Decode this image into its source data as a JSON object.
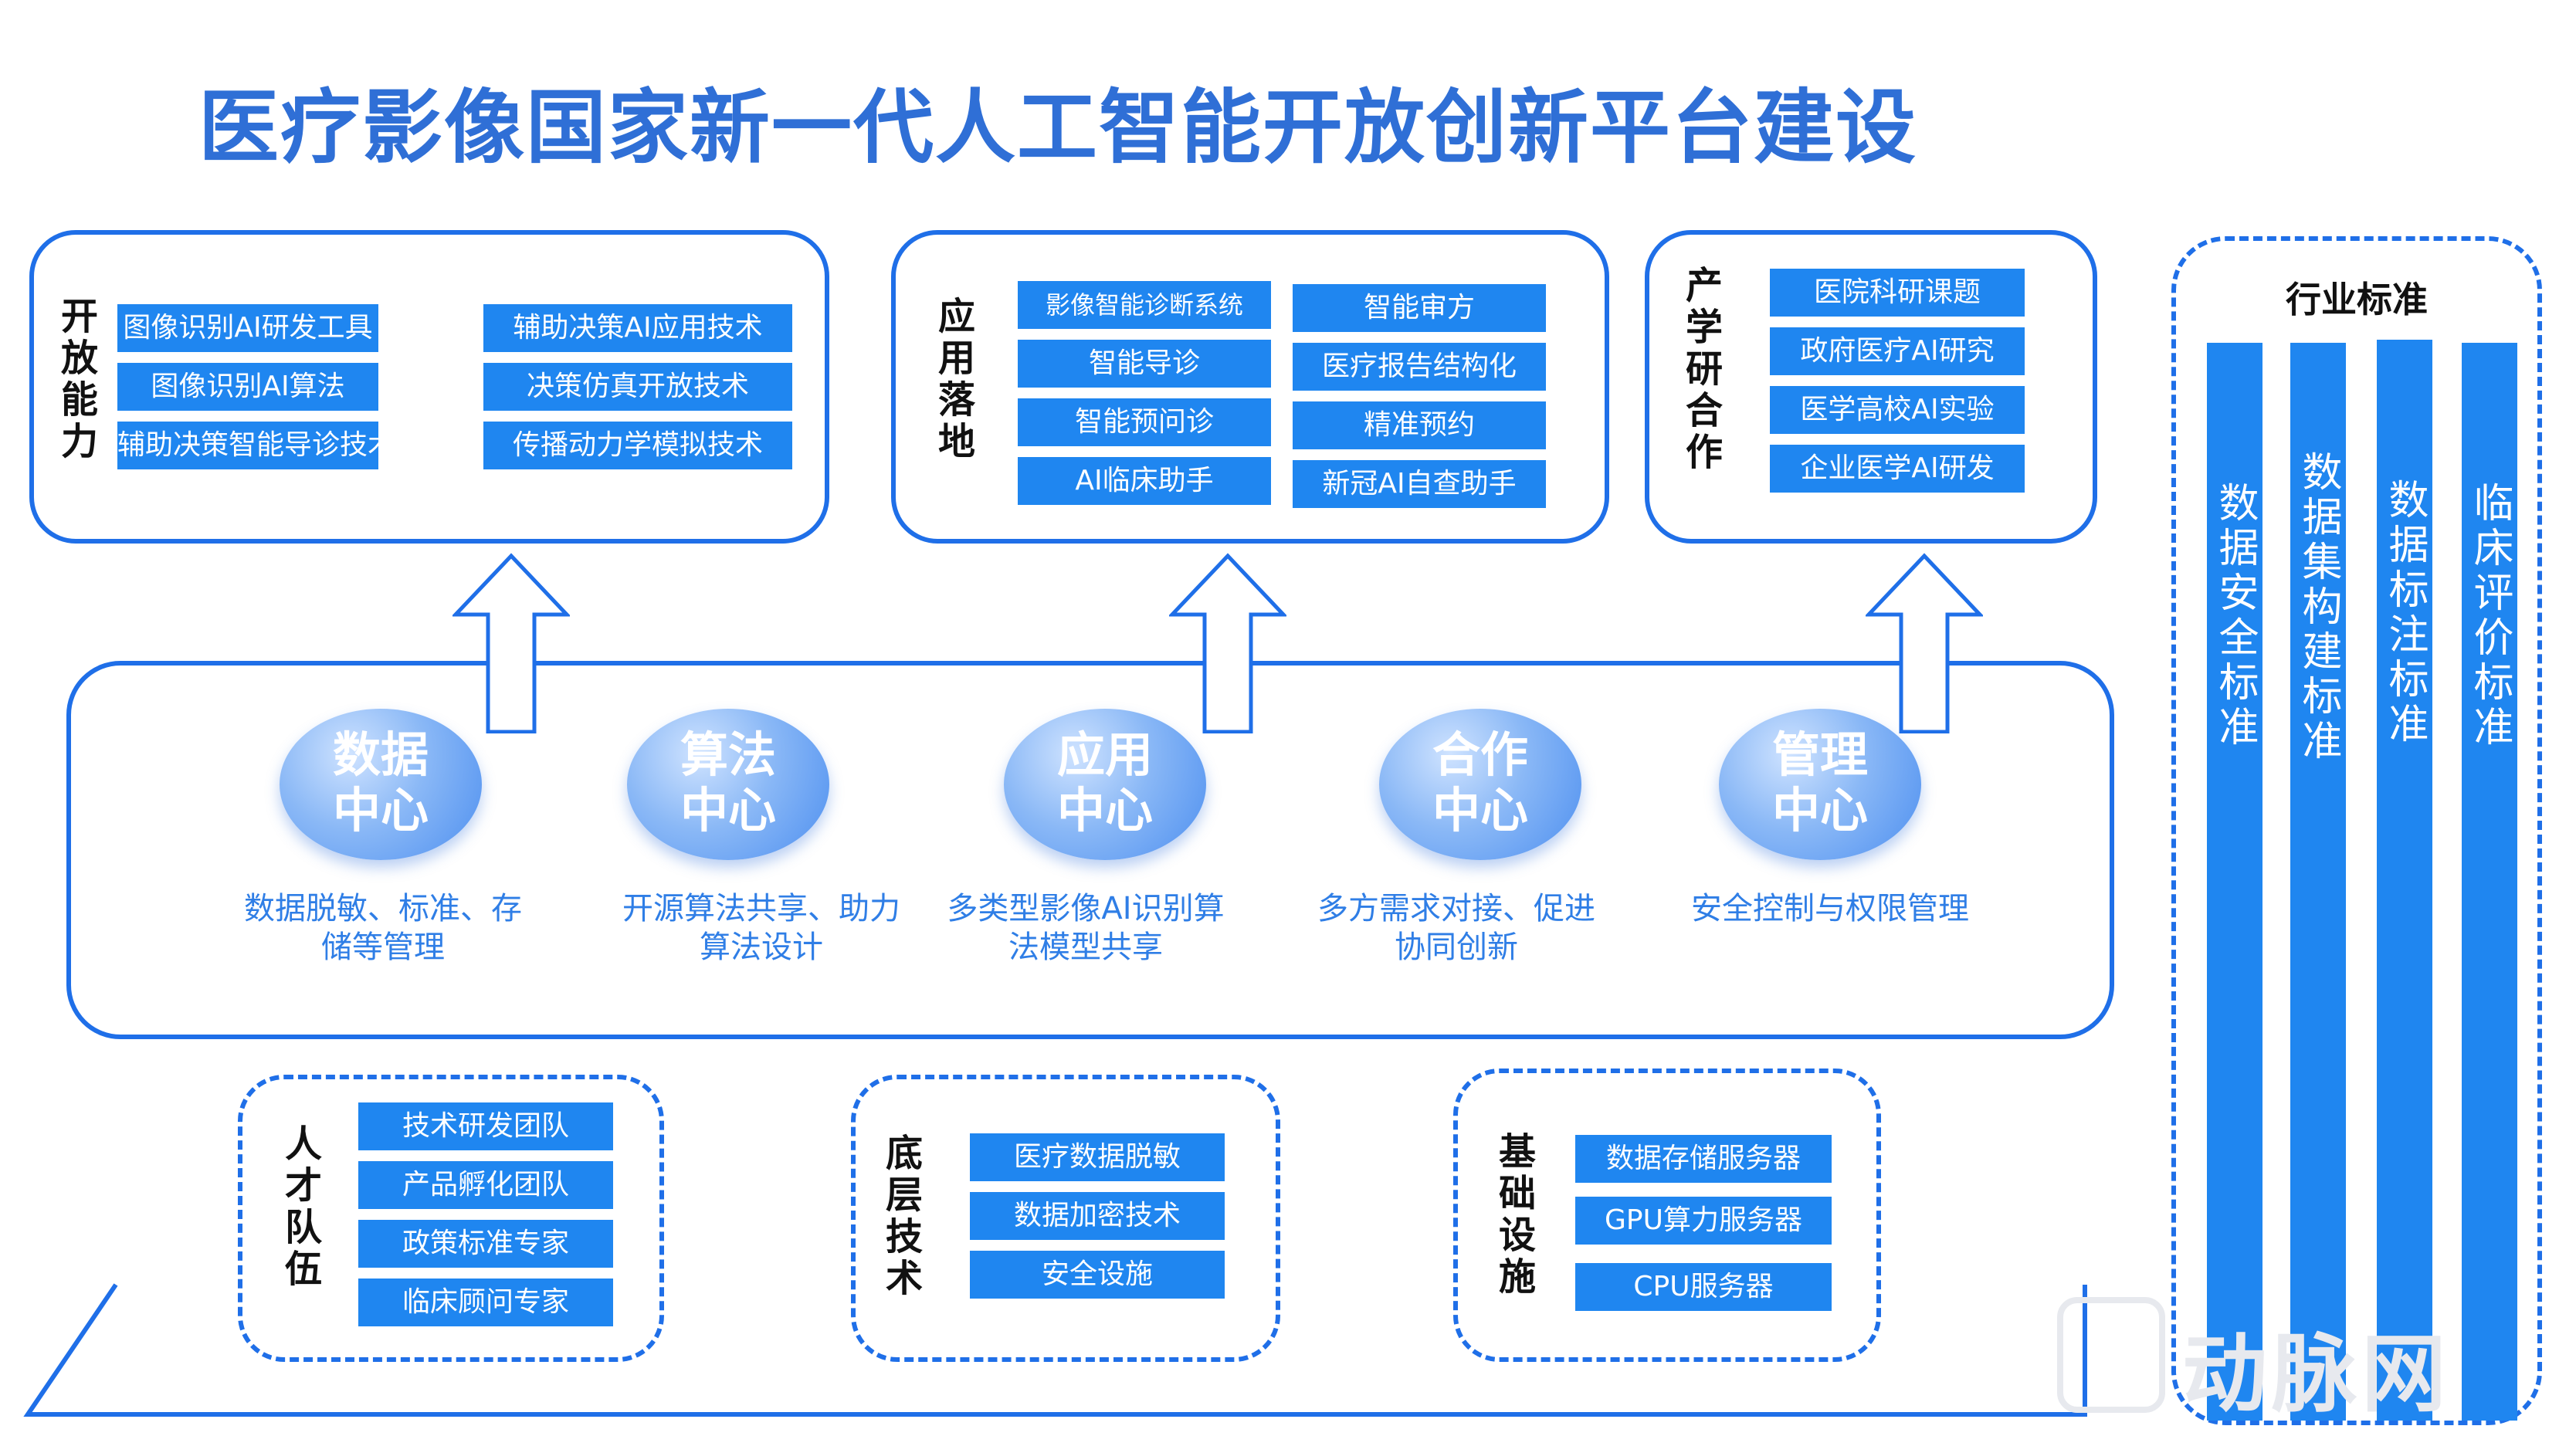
{
  "title": "医疗影像国家新一代人工智能开放创新平台建设",
  "open_capability": {
    "label": "开放能力",
    "items_left": [
      "图像识别AI研发工具",
      "图像识别AI算法",
      "辅助决策智能导诊技术"
    ],
    "items_right": [
      "辅助决策AI应用技术",
      "决策仿真开放技术",
      "传播动力学模拟技术"
    ]
  },
  "application": {
    "label": "应用落地",
    "items_left": [
      "影像智能诊断系统",
      "智能导诊",
      "智能预问诊",
      "AI临床助手"
    ],
    "items_right": [
      "智能审方",
      "医疗报告结构化",
      "精准预约",
      "新冠AI自查助手"
    ]
  },
  "industry_cooperation": {
    "label": "产学研合作",
    "items": [
      "医院科研课题",
      "政府医疗AI研究",
      "医学高校AI实验",
      "企业医学AI研发"
    ]
  },
  "centers": [
    {
      "name1": "数据",
      "name2": "中心",
      "desc1": "数据脱敏、标准、存",
      "desc2": "储等管理"
    },
    {
      "name1": "算法",
      "name2": "中心",
      "desc1": "开源算法共享、助力",
      "desc2": "算法设计"
    },
    {
      "name1": "应用",
      "name2": "中心",
      "desc1": "多类型影像AI识别算",
      "desc2": "法模型共享"
    },
    {
      "name1": "合作",
      "name2": "中心",
      "desc1": "多方需求对接、促进",
      "desc2": "协同创新"
    },
    {
      "name1": "管理",
      "name2": "中心",
      "desc1": "安全控制与权限管理",
      "desc2": ""
    }
  ],
  "talent": {
    "label": "人才队伍",
    "items": [
      "技术研发团队",
      "产品孵化团队",
      "政策标准专家",
      "临床顾问专家"
    ]
  },
  "base_tech": {
    "label": "底层技术",
    "items": [
      "医疗数据脱敏",
      "数据加密技术",
      "安全设施"
    ]
  },
  "infrastructure": {
    "label": "基础设施",
    "items": [
      "数据存储服务器",
      "GPU算力服务器",
      "CPU服务器"
    ]
  },
  "standards": {
    "title": "行业标准",
    "bars": [
      "数据安全标准",
      "数据集构建标准",
      "数据标注标准",
      "临床评价标准"
    ]
  },
  "watermark": "动脉网",
  "colors": {
    "accent": "#1f6fe8",
    "tag": "#1f86f0",
    "title": "#2f6fd6"
  }
}
